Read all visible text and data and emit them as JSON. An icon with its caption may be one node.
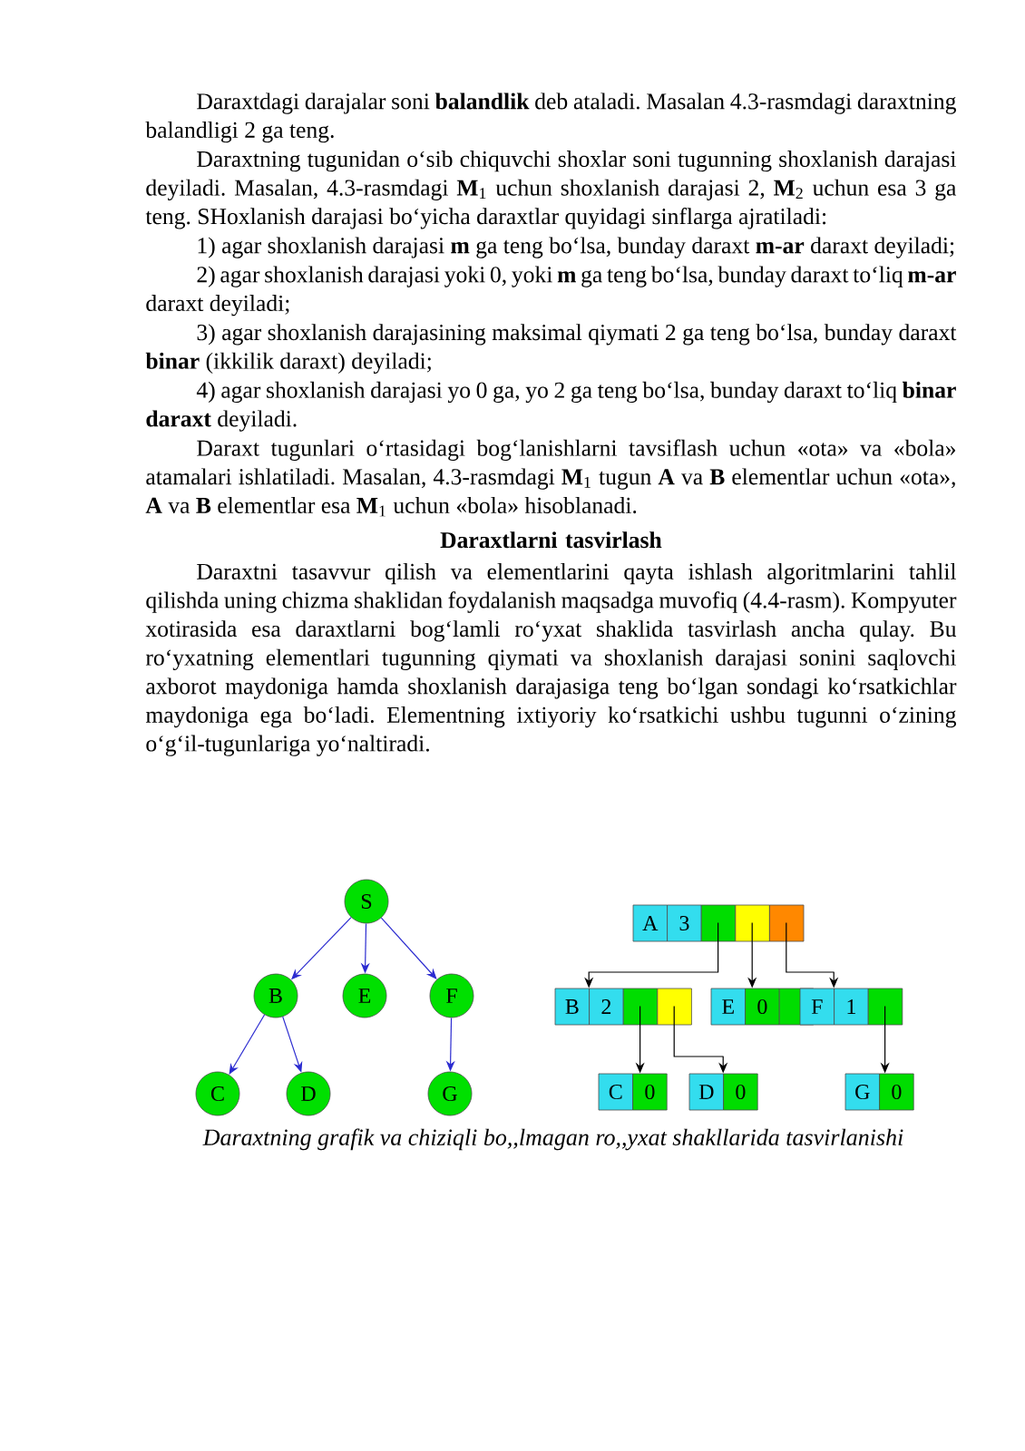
{
  "diagram": {
    "caption": "Daraxtning grafik va chiziqli bo,,lmagan ro,,yxat shakllarida tasvirlanishi",
    "nodes": [
      {
        "text": [
          "S"
        ]
      },
      {
        "text": [
          "B"
        ]
      },
      {
        "text": [
          "E"
        ]
      },
      {
        "text": [
          "F"
        ]
      },
      {
        "text": [
          "C"
        ]
      },
      {
        "text": [
          "D"
        ]
      },
      {
        "text": [
          "G"
        ]
      },
      {
        "text": [
          "A",
          "3"
        ]
      },
      {
        "text": [
          "B",
          "2"
        ]
      },
      {
        "text": [
          "E",
          "0"
        ]
      },
      {
        "text": [
          "F",
          "1"
        ]
      },
      {
        "text": [
          "C",
          "0"
        ]
      },
      {
        "text": [
          "D",
          "0"
        ]
      },
      {
        "text": [
          "G",
          "0"
        ]
      }
    ],
    "edges": [
      {
        "from": 0,
        "to": 1,
        "arrow": "to",
        "color": "#2b2bd0"
      },
      {
        "from": 0,
        "to": 2,
        "arrow": "to",
        "color": "#2b2bd0"
      },
      {
        "from": 0,
        "to": 3,
        "arrow": "to",
        "color": "#2b2bd0"
      },
      {
        "from": 1,
        "to": 4,
        "arrow": "to",
        "color": "#2b2bd0"
      },
      {
        "from": 1,
        "to": 5,
        "arrow": "to",
        "color": "#2b2bd0"
      },
      {
        "from": 3,
        "to": 6,
        "arrow": "to",
        "color": "#2b2bd0"
      },
      {
        "from": 7,
        "to": 8,
        "arrow": "to",
        "color": "#000000"
      },
      {
        "from": 7,
        "to": 9,
        "arrow": "to",
        "color": "#000000"
      },
      {
        "from": 7,
        "to": 10,
        "arrow": "to",
        "color": "#000000"
      },
      {
        "from": 8,
        "to": 11,
        "arrow": "to",
        "color": "#000000"
      },
      {
        "from": 8,
        "to": 12,
        "arrow": "to",
        "color": "#000000"
      },
      {
        "from": 10,
        "to": 13,
        "arrow": "to",
        "color": "#000000"
      }
    ],
    "labels": [
      "Daraxtdagi darajalar soni **balandlik** deb ataladi. Masalan 4.3-rasmdagi daraxtning balandligi 2 ga teng.",
      "Daraxtning tugunidan o‘sib chiquvchi shoxlar soni tugunning shoxlanish darajasi deyiladi. Masalan, 4.3-rasmdagi **M**$_{1}$ uchun shoxlanish darajasi 2, **M**$_{2}$ uchun esa 3 ga teng. SHoxlanish darajasi bo‘yicha daraxtlar quyidagi sinflarga ajratiladi:",
      "1) agar shoxlanish darajasi **m** ga teng bo‘lsa, bunday daraxt **m-ar** daraxt deyiladi;",
      "2) agar shoxlanish darajasi yoki 0, yoki **m** ga teng bo‘lsa, bunday daraxt to‘liq **m-ar** daraxt deyiladi;",
      "3) agar shoxlanish darajasining maksimal qiymati 2 ga teng bo‘lsa, bunday daraxt **binar** (ikkilik daraxt) deyiladi;",
      "4) agar shoxlanish darajasi yo 0 ga, yo 2 ga teng bo‘lsa, bunday daraxt to‘liq **binar daraxt** deyiladi.",
      "Daraxt tugunlari o‘rtasidagi bog‘lanishlarni tavsiflash uchun «ota» va «bola» atamalari ishlatiladi. Masalan, 4.3-rasmdagi **M**$_{1}$ tugun **A** va **B** elementlar uchun «ota», **A** va **B** elementlar esa **M**$_{1}$ uchun «bola» hisoblanadi.",
      "Daraxtlarni tasvirlash",
      "Daraxtni tasavvur qilish va elementlarini qayta ishlash algoritmlarini tahlil qilishda uning chizma shaklidan foydalanish maqsadga muvofiq (4.4-rasm). Kompyuter xotirasida esa daraxtlarni bog‘lamli ro‘yxat shaklida tasvirlash ancha qulay. Bu ro‘yxatning elementlari tugunning qiymati va shoxlanish darajasi sonini saqlovchi axborot maydoniga hamda shoxlanish darajasiga teng bo‘lgan sondagi ko‘rsatkichlar maydoniga ega bo‘ladi. Elementning ixtiyoriy ko‘rsatkichi ushbu tugunni o‘zining o‘g‘il-tugunlariga yo‘naltiradi."
    ]
  }
}
